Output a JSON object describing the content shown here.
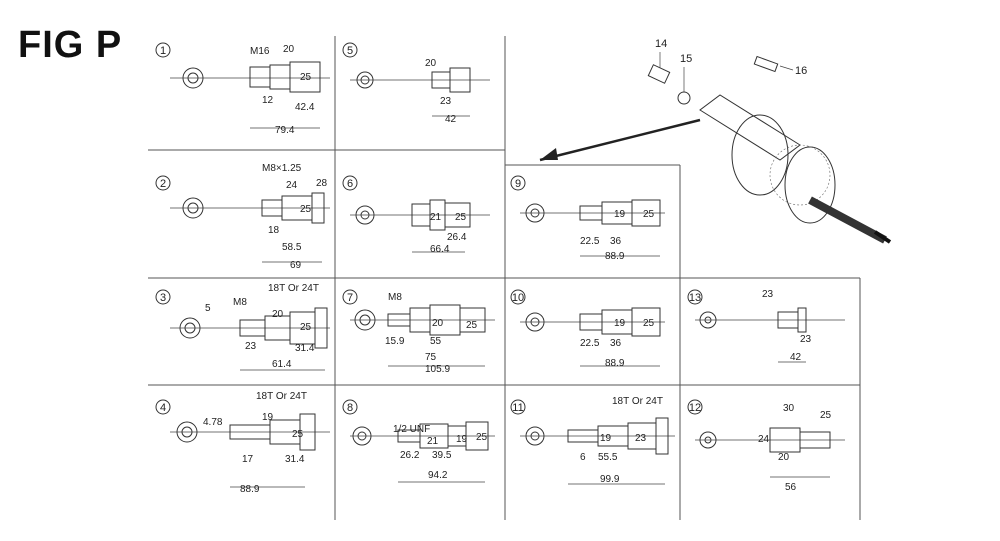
{
  "title": "FIG P",
  "panels": [
    {
      "num": "1",
      "dims": [
        "M16",
        "20",
        "25",
        "12",
        "42.4",
        "79.4"
      ]
    },
    {
      "num": "2",
      "dims": [
        "M8×1.25",
        "24",
        "28",
        "25",
        "18",
        "58.5",
        "69"
      ]
    },
    {
      "num": "3",
      "dims": [
        "5",
        "M8",
        "20",
        "25",
        "23",
        "31.4",
        "61.4",
        "18T Or 24T"
      ]
    },
    {
      "num": "4",
      "dims": [
        "4.78",
        "19",
        "25",
        "17",
        "31.4",
        "88.9",
        "18T Or 24T"
      ]
    },
    {
      "num": "5",
      "dims": [
        "20",
        "23",
        "42"
      ]
    },
    {
      "num": "6",
      "dims": [
        "21",
        "25",
        "26.4",
        "66.4"
      ]
    },
    {
      "num": "7",
      "dims": [
        "M8",
        "20",
        "25",
        "15.9",
        "55",
        "75",
        "105.9"
      ]
    },
    {
      "num": "8",
      "dims": [
        "1/2 UNF",
        "21",
        "19",
        "25",
        "26.2",
        "39.5",
        "94.2"
      ]
    },
    {
      "num": "9",
      "dims": [
        "19",
        "25",
        "22.5",
        "36",
        "88.9"
      ]
    },
    {
      "num": "10",
      "dims": [
        "19",
        "25",
        "22.5",
        "36",
        "88.9"
      ]
    },
    {
      "num": "11",
      "dims": [
        "19",
        "23",
        "6",
        "55.5",
        "99.9",
        "18T Or 24T"
      ]
    },
    {
      "num": "12",
      "dims": [
        "30",
        "25",
        "24",
        "20",
        "56"
      ]
    },
    {
      "num": "13",
      "dims": [
        "23",
        "23",
        "42"
      ]
    }
  ],
  "callouts": [
    {
      "num": "14"
    },
    {
      "num": "15"
    },
    {
      "num": "16"
    }
  ]
}
